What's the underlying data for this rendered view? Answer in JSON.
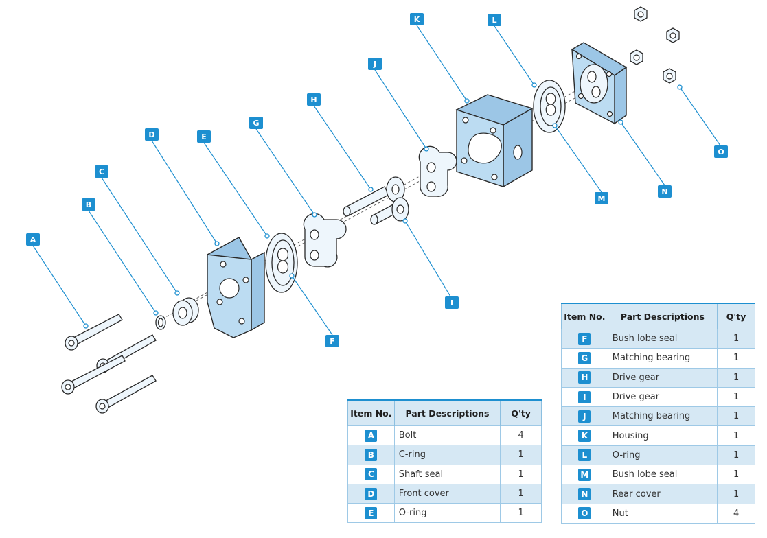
{
  "callouts": {
    "A": "A",
    "B": "B",
    "C": "C",
    "D": "D",
    "E": "E",
    "F": "F",
    "G": "G",
    "H": "H",
    "I": "I",
    "J": "J",
    "K": "K",
    "L": "L",
    "M": "M",
    "N": "N",
    "O": "O"
  },
  "table_headers": {
    "item_no": "Item No.",
    "part_descriptions": "Part Descriptions",
    "qty": "Q'ty"
  },
  "table_left": [
    {
      "item": "A",
      "desc": "Bolt",
      "qty": "4"
    },
    {
      "item": "B",
      "desc": "C-ring",
      "qty": "1"
    },
    {
      "item": "C",
      "desc": "Shaft seal",
      "qty": "1"
    },
    {
      "item": "D",
      "desc": "Front cover",
      "qty": "1"
    },
    {
      "item": "E",
      "desc": "O-ring",
      "qty": "1"
    }
  ],
  "table_right": [
    {
      "item": "F",
      "desc": "Bush lobe seal",
      "qty": "1"
    },
    {
      "item": "G",
      "desc": "Matching bearing",
      "qty": "1"
    },
    {
      "item": "H",
      "desc": "Drive gear",
      "qty": "1"
    },
    {
      "item": "I",
      "desc": "Drive gear",
      "qty": "1"
    },
    {
      "item": "J",
      "desc": "Matching bearing",
      "qty": "1"
    },
    {
      "item": "K",
      "desc": "Housing",
      "qty": "1"
    },
    {
      "item": "L",
      "desc": "O-ring",
      "qty": "1"
    },
    {
      "item": "M",
      "desc": "Bush lobe seal",
      "qty": "1"
    },
    {
      "item": "N",
      "desc": "Rear cover",
      "qty": "1"
    },
    {
      "item": "O",
      "desc": "Nut",
      "qty": "4"
    }
  ],
  "colors": {
    "accent": "#1d8fd0",
    "part_fill": "#bcdcf2",
    "part_stroke": "#2a2a2a",
    "row_alt": "#d6e8f4"
  }
}
